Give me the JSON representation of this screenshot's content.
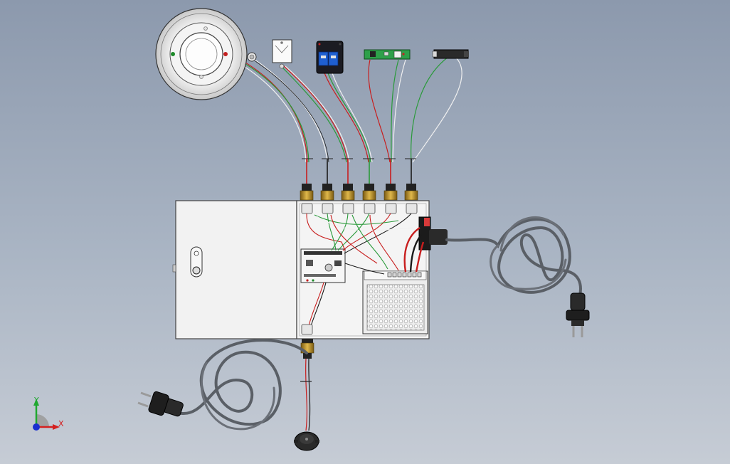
{
  "axis_triad": {
    "x_label": "X",
    "y_label": "Y",
    "x_color": "#d42020",
    "y_color": "#20a830",
    "z_color": "#1a30d0"
  },
  "colors": {
    "background_top": "#8c99ad",
    "background_bottom": "#c6ccd5",
    "enclosure_fill": "#f2f2f2",
    "wire_red": "#c81e1e",
    "wire_green": "#2a9a3a",
    "wire_white": "#e8e8e8",
    "wire_black": "#1a1a1a",
    "cable_gray": "#5a5f66",
    "relay_blue": "#1f5fd0",
    "sensor_board_green": "#2ea04a",
    "brass": "#b8902a"
  },
  "components": [
    {
      "id": "smoke-detector",
      "icon": "smoke-detector-icon"
    },
    {
      "id": "push-button",
      "icon": "push-button-icon"
    },
    {
      "id": "key-switch",
      "icon": "key-switch-icon"
    },
    {
      "id": "relay-module",
      "icon": "relay-module-icon"
    },
    {
      "id": "sensor-board",
      "icon": "pcb-icon"
    },
    {
      "id": "connector",
      "icon": "connector-icon"
    },
    {
      "id": "buzzer",
      "icon": "buzzer-icon"
    },
    {
      "id": "power-plug-right",
      "icon": "power-plug-icon"
    },
    {
      "id": "power-plug-left",
      "icon": "power-plug-icon"
    },
    {
      "id": "power-supply",
      "icon": "power-supply-icon"
    },
    {
      "id": "controller-board",
      "icon": "controller-board-icon"
    }
  ]
}
